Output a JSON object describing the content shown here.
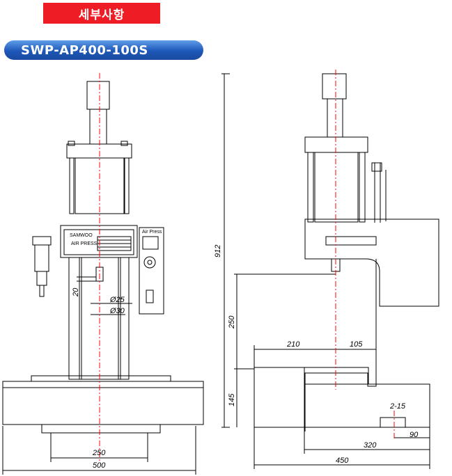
{
  "header": {
    "title": "세부사항"
  },
  "model": {
    "name": "SWP-AP400-100S"
  },
  "colors": {
    "header_bg": "#ee1c24",
    "model_bg": "#1d57b8",
    "centerline": "#ff0000"
  },
  "front_view": {
    "dims": {
      "d20": "20",
      "d25": "Ø25",
      "d30": "Ø30",
      "d250": "250",
      "d500": "500"
    },
    "panel": {
      "brand": "SAMWOO",
      "model": "AIR PRESS",
      "top": "Air Press"
    }
  },
  "side_view": {
    "dims": {
      "h912": "912",
      "h250": "250",
      "h145": "145",
      "w210": "210",
      "w105": "105",
      "w320": "320",
      "w90": "90",
      "w450": "450",
      "hole": "2-15"
    }
  }
}
